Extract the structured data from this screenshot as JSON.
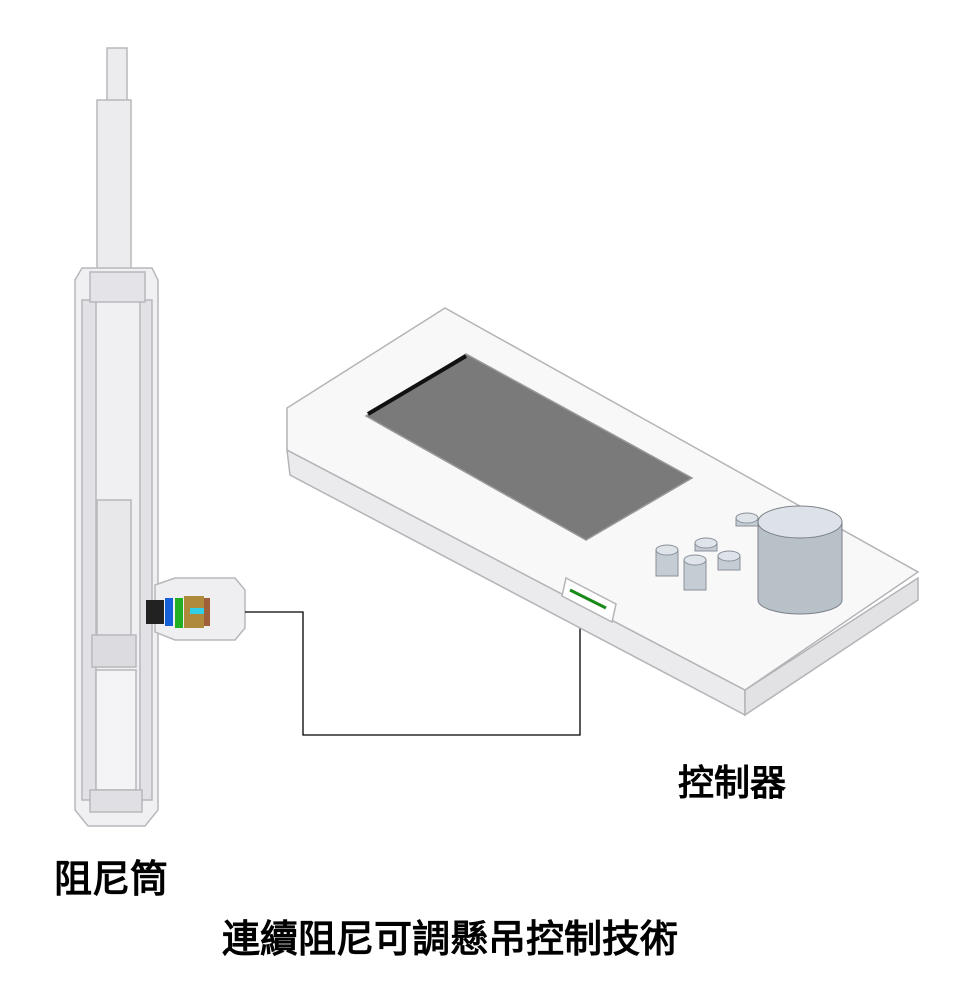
{
  "labels": {
    "damper": "阻尼筒",
    "controller": "控制器",
    "title": "連續阻尼可調懸吊控制技術"
  },
  "colors": {
    "body_gray": "#e6e6e8",
    "outline": "#b4b4b8",
    "screen": "#7a7a7a",
    "valve_blue": "#1560d8",
    "valve_green": "#22b022",
    "valve_brown": "#b08a3c",
    "valve_cyan": "#30d0e8",
    "wire": "#000000"
  }
}
